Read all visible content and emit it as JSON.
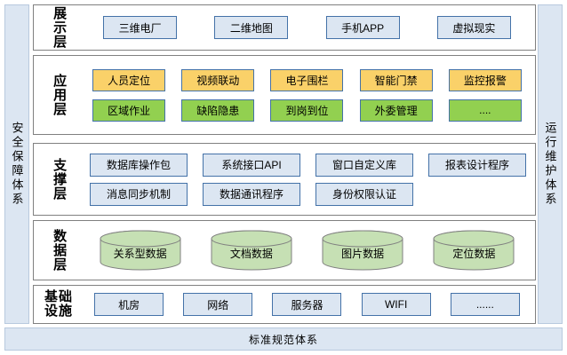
{
  "diagram": {
    "left_band": {
      "label": "安全保障体系"
    },
    "right_band": {
      "label": "运行维护体系"
    },
    "bottom_band": {
      "label": "标准规范体系"
    },
    "colors": {
      "band_fill": "#dce6f2",
      "band_border": "#b8c9de",
      "layer_border": "#808080",
      "node_blue_fill": "#dce6f2",
      "node_blue_border": "#4472a8",
      "node_orange_fill": "#fad169",
      "node_green_fill": "#92d050",
      "cylinder_fill": "#c6e0b4",
      "cylinder_border": "#808080"
    },
    "layers": [
      {
        "id": "presentation",
        "label": "展示层",
        "rows": [
          {
            "style": "blue",
            "items": [
              "三维电厂",
              "二维地图",
              "手机APP",
              "虚拟现实"
            ]
          }
        ]
      },
      {
        "id": "application",
        "label": "应用层",
        "rows": [
          {
            "style": "orange",
            "items": [
              "人员定位",
              "视频联动",
              "电子围栏",
              "智能门禁",
              "监控报警"
            ]
          },
          {
            "style": "green",
            "items": [
              "区域作业",
              "缺陷隐患",
              "到岗到位",
              "外委管理",
              "...."
            ]
          }
        ]
      },
      {
        "id": "support",
        "label": "支撑层",
        "rows": [
          {
            "style": "blue",
            "items": [
              "数据库操作包",
              "系统接口API",
              "窗口自定义库",
              "报表设计程序"
            ]
          },
          {
            "style": "blue",
            "items": [
              "消息同步机制",
              "数据通讯程序",
              "身份权限认证"
            ]
          }
        ]
      },
      {
        "id": "data",
        "label": "数据层",
        "rows": [
          {
            "style": "cylinder",
            "items": [
              "关系型数据",
              "文档数据",
              "图片数据",
              "定位数据"
            ]
          }
        ]
      },
      {
        "id": "infrastructure",
        "label": "基础设施",
        "rows": [
          {
            "style": "blue",
            "items": [
              "机房",
              "网络",
              "服务器",
              "WIFI",
              "......"
            ]
          }
        ]
      }
    ]
  }
}
